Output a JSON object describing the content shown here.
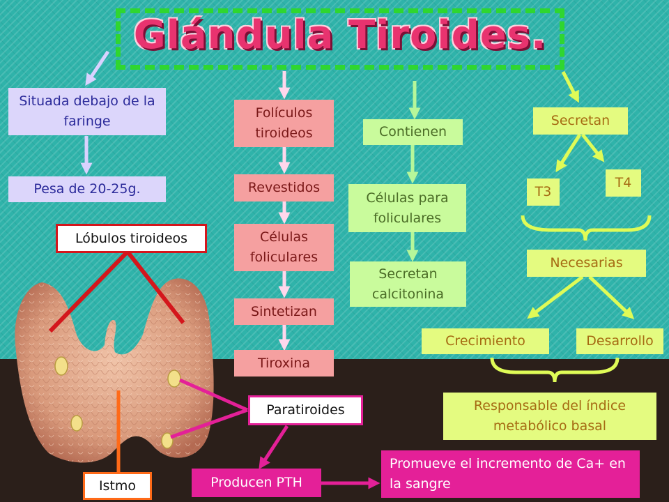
{
  "title": "Glándula Tiroides.",
  "colors": {
    "teal_bg": "#2fb3aa",
    "dark_bg": "#2b1f1a",
    "title_text": "#e8336f",
    "title_frame": "#2fd630",
    "lavender_box": "#dcd6fb",
    "pink_box": "#f5a0a0",
    "green_box": "#c9fb9c",
    "lime_box": "#e4fb80",
    "magenta_box": "#e42098"
  },
  "col1": {
    "location": "Situada debajo de la faringe",
    "weight": "Pesa de 20-25g."
  },
  "col2": {
    "follicles": "Folículos tiroideos",
    "lined": "Revestidos",
    "cells": "Células foliculares",
    "synthesize": "Sintetizan",
    "thyroxine": "Tiroxina"
  },
  "col3": {
    "contain": "Contienen",
    "parafollicular": "Células para foliculares",
    "calcitonin": "Secretan calcitonina"
  },
  "col4": {
    "secrete": "Secretan",
    "t3": "T3",
    "t4": "T4",
    "necessary": "Necesarias",
    "growth": "Crecimiento",
    "development": "Desarrollo",
    "metabolic": "Responsable del índice metabólico basal"
  },
  "anatomy": {
    "lobes": "Lóbulos tiroideos",
    "isthmus": "Istmo",
    "parathyroid": "Paratiroides",
    "pth": "Producen PTH",
    "calcium": "Promueve el incremento de Ca+ en la sangre"
  }
}
